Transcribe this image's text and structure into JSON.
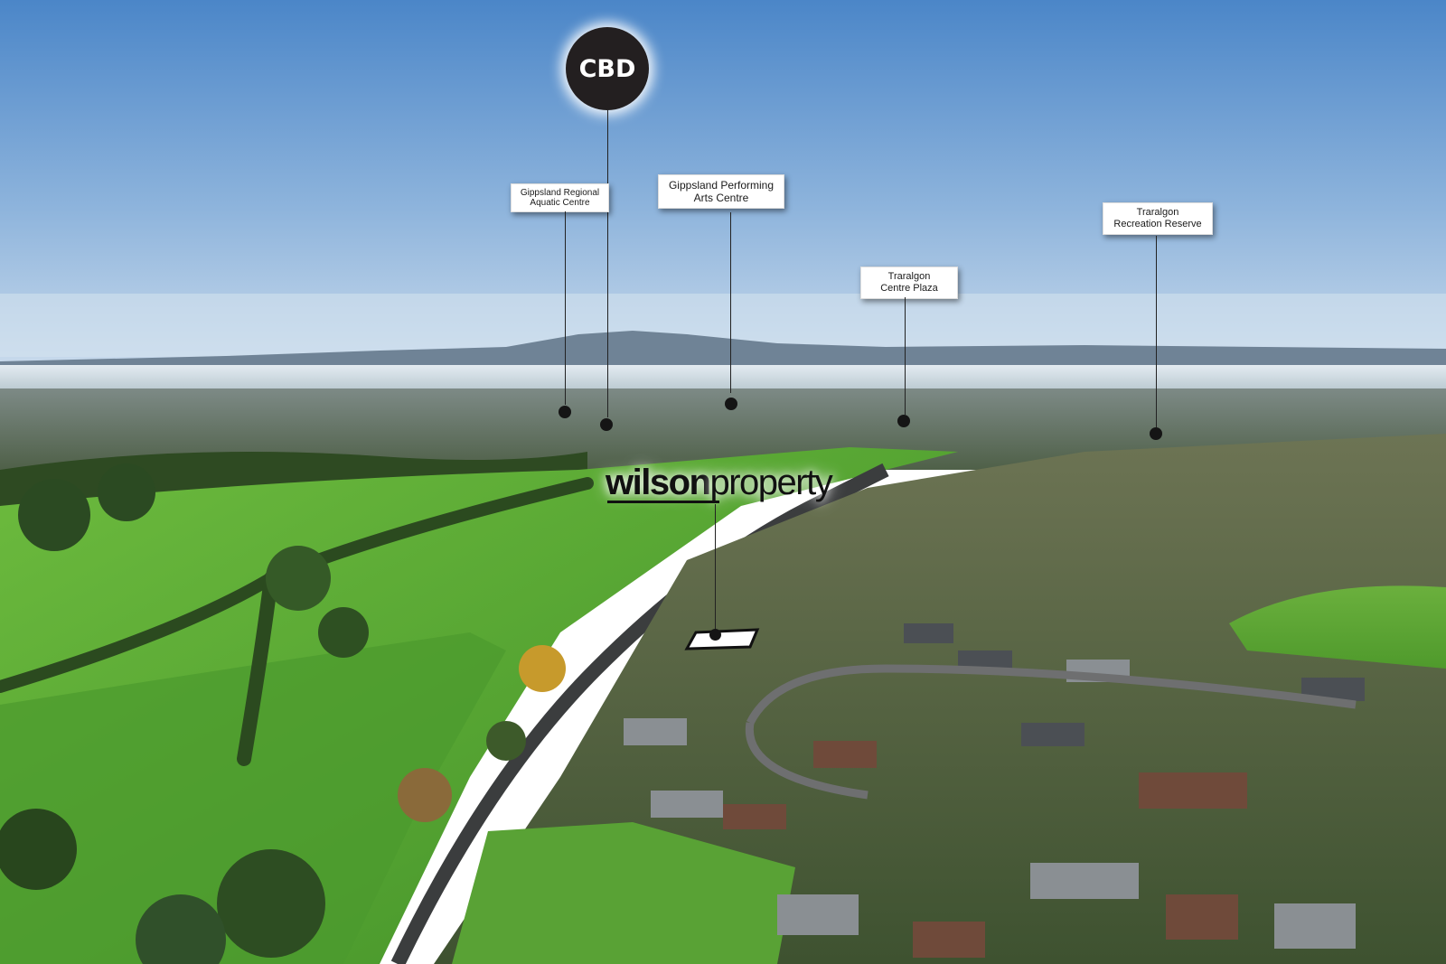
{
  "cbd_badge": {
    "text": "CBD"
  },
  "brand": {
    "bold": "wilson",
    "light": "property"
  },
  "landmarks": [
    {
      "id": "aquatic",
      "text": "Gippsland Regional\nAquatic Centre"
    },
    {
      "id": "performing",
      "text": "Gippsland Performing\nArts Centre"
    },
    {
      "id": "plaza",
      "text": "Traralgon\nCentre Plaza"
    },
    {
      "id": "recreation",
      "text": "Traralgon\nRecreation Reserve"
    }
  ],
  "colors": {
    "sky_top": "#4b86c8",
    "sky_horizon": "#c9dcec",
    "field_green": "#5aa534",
    "badge": "#231f20"
  }
}
